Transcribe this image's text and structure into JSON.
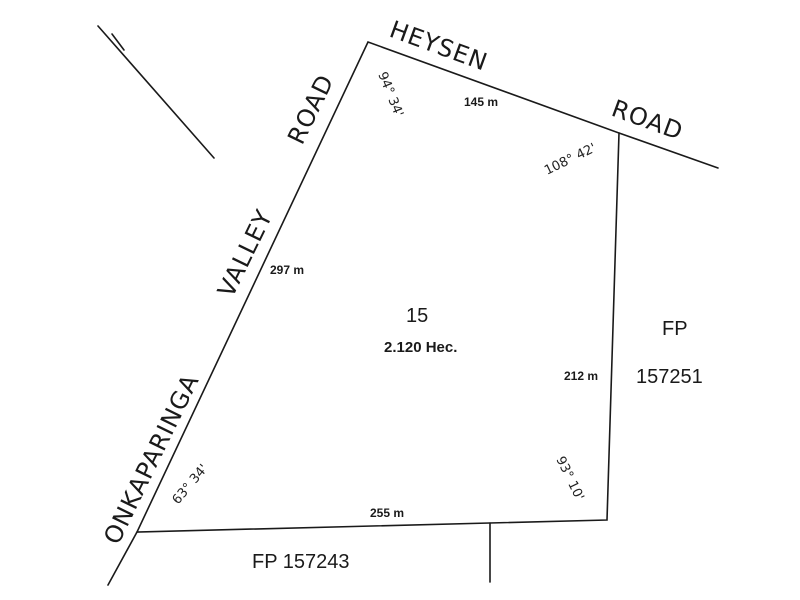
{
  "roads": {
    "heysen_1": "HEYSEN",
    "heysen_2": "ROAD",
    "valley_road": "ROAD",
    "valley": "VALLEY",
    "onkaparinga": "ONKAPARINGA"
  },
  "lot": {
    "number": "15",
    "area": "2.120 Hec."
  },
  "dimensions": {
    "top": "145 m",
    "left": "297 m",
    "right": "212 m",
    "bottom": "255 m"
  },
  "bearings": {
    "top_left": "94° 34'",
    "top_right": "108° 42'",
    "bottom_right": "93° 10'",
    "bottom_left": "63° 34'"
  },
  "adjoining": {
    "east_1": "FP",
    "east_2": "157251",
    "south": "FP 157243"
  }
}
